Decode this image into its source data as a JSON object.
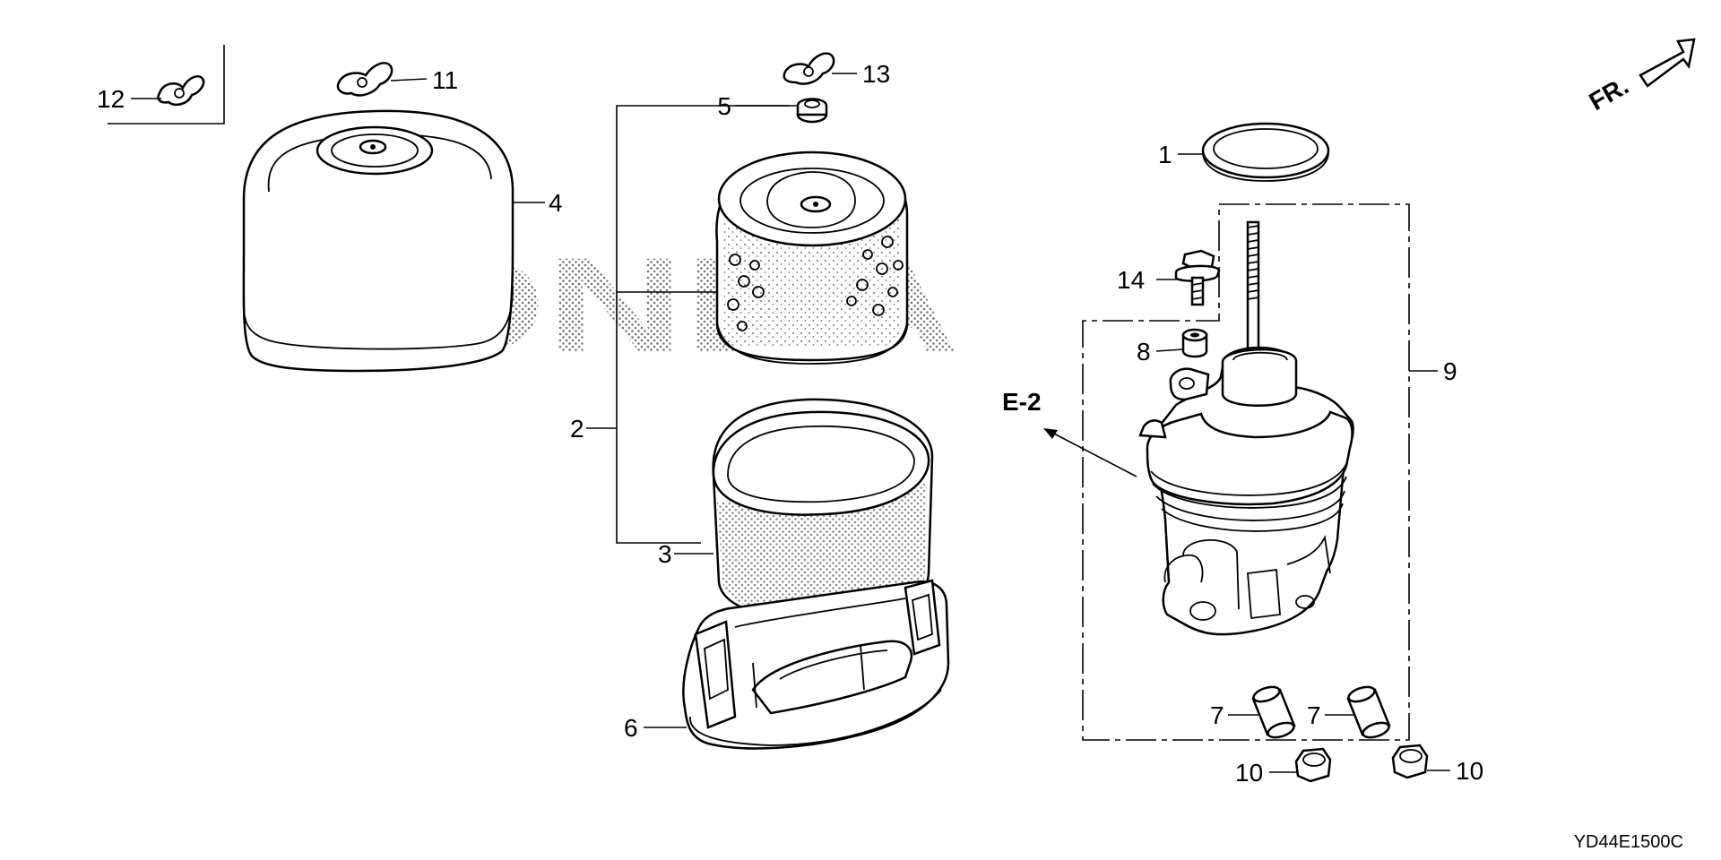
{
  "diagram": {
    "brand_watermark": "HONDA",
    "front_indicator": "FR.",
    "section_ref": "E-2",
    "drawing_code": "YD44E1500C",
    "callouts": {
      "c1": "1",
      "c2": "2",
      "c3": "3",
      "c4": "4",
      "c5": "5",
      "c6": "6",
      "c7a": "7",
      "c7b": "7",
      "c8": "8",
      "c9": "9",
      "c10a": "10",
      "c10b": "10",
      "c11": "11",
      "c12": "12",
      "c13": "13",
      "c14": "14"
    }
  }
}
